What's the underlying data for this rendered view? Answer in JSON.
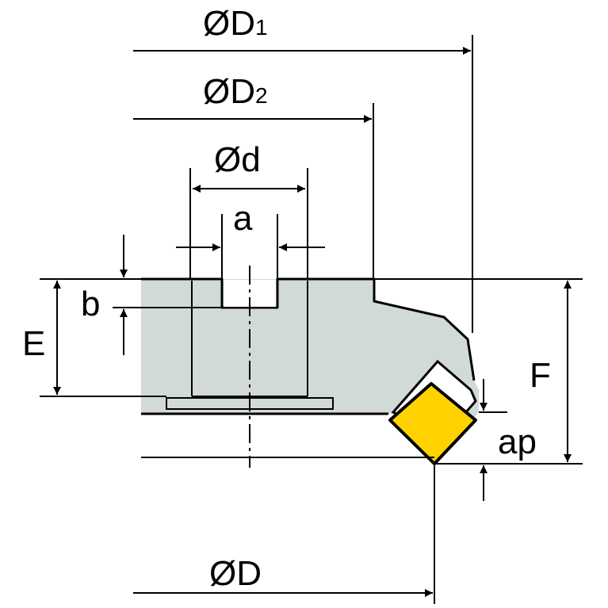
{
  "labels": {
    "D1_main": "ØD",
    "D1_sub": "1",
    "D2_main": "ØD",
    "D2_sub": "2",
    "d": "Ød",
    "a": "a",
    "b": "b",
    "E": "E",
    "F": "F",
    "ap": "ap",
    "D": "ØD"
  },
  "colors": {
    "body_fill": "#d2dad7",
    "insert_fill": "#ffd200",
    "line": "#000000",
    "background": "#ffffff"
  }
}
